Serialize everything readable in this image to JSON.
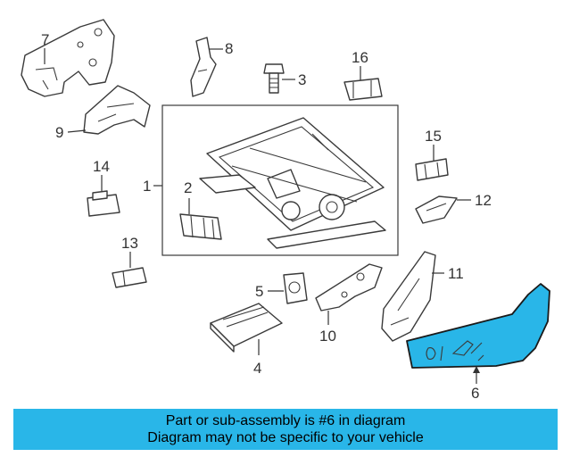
{
  "diagram": {
    "callouts": [
      "1",
      "2",
      "3",
      "4",
      "5",
      "6",
      "7",
      "8",
      "9",
      "10",
      "11",
      "12",
      "13",
      "14",
      "15",
      "16"
    ],
    "highlight_color": "#29b6e8",
    "highlighted_part": "6"
  },
  "banner": {
    "line1": "Part or sub-assembly is #6 in diagram",
    "line2": "Diagram may not be specific to your vehicle",
    "color": "#29b6e8"
  }
}
